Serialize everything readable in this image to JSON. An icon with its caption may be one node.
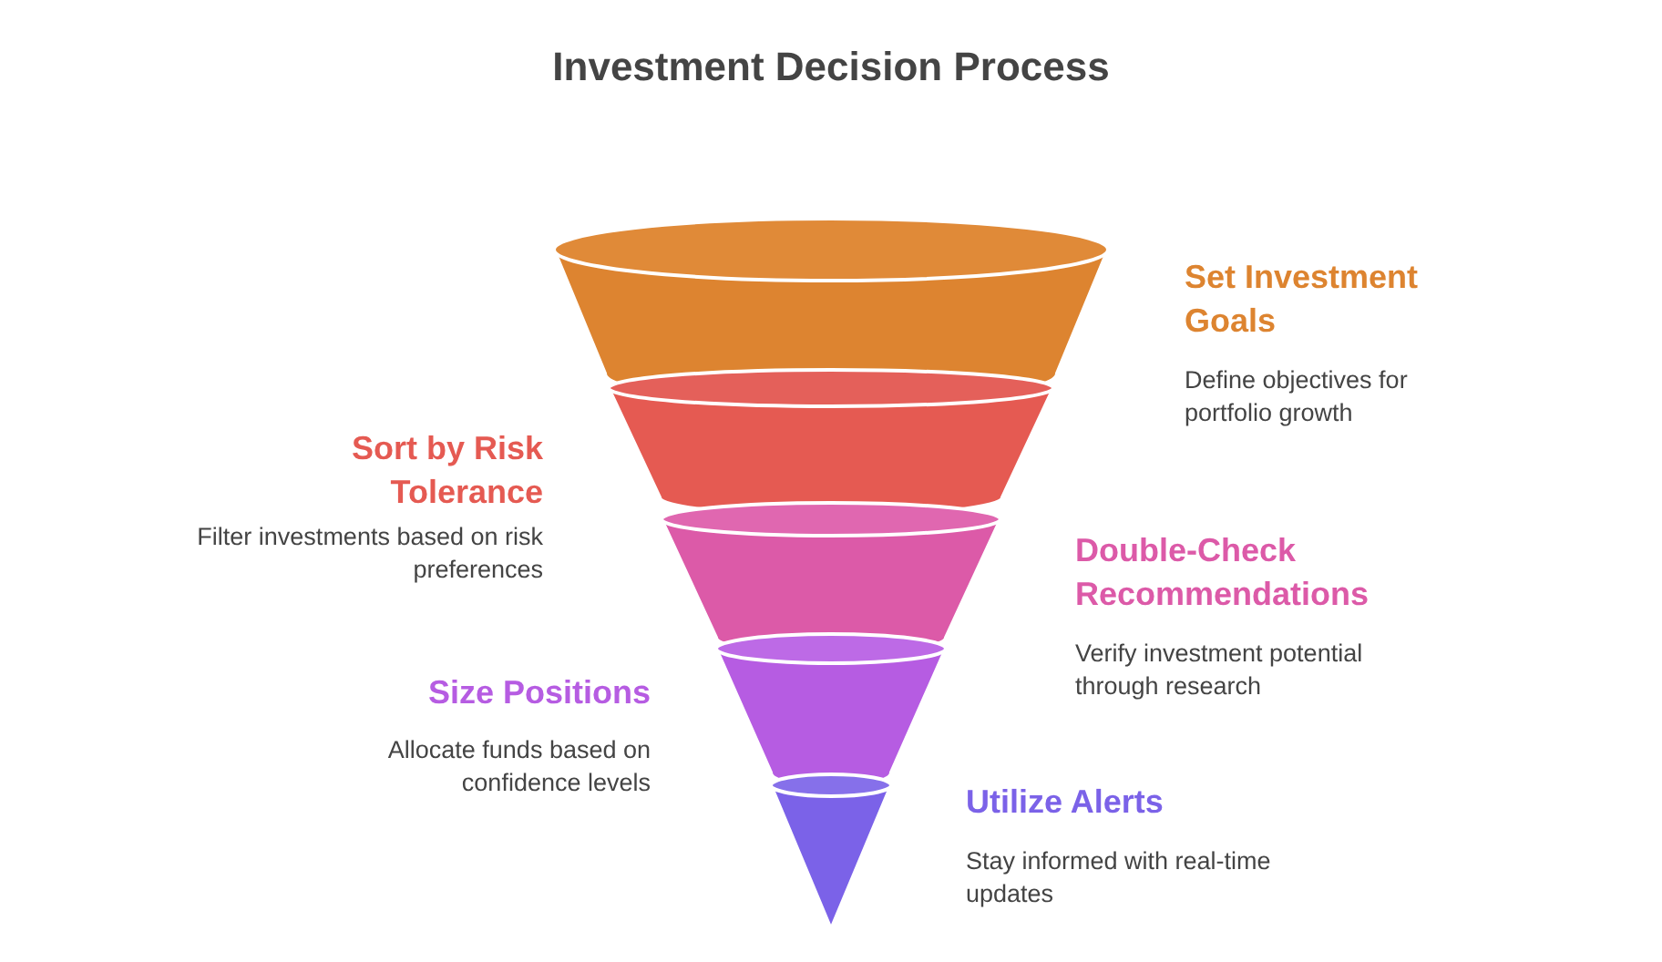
{
  "diagram": {
    "title": "Investment Decision Process",
    "nodes": [
      {
        "text": [],
        "shape": "cylinder",
        "beside": [
          "Set Investment Goals",
          "Define objectives for portfolio growth"
        ]
      },
      {
        "text": [],
        "shape": "cylinder",
        "beside": [
          "Sort by Risk Tolerance",
          "Filter investments based on risk preferences"
        ]
      },
      {
        "text": [],
        "shape": "cylinder",
        "beside": [
          "Double-Check Recommendations",
          "Verify investment potential through research"
        ]
      },
      {
        "text": [],
        "shape": "cylinder",
        "beside": [
          "Size Positions",
          "Allocate funds based on confidence levels"
        ]
      },
      {
        "text": [],
        "shape": "cone",
        "beside": [
          "Utilize Alerts",
          "Stay informed with real-time updates"
        ]
      }
    ],
    "edges": []
  }
}
